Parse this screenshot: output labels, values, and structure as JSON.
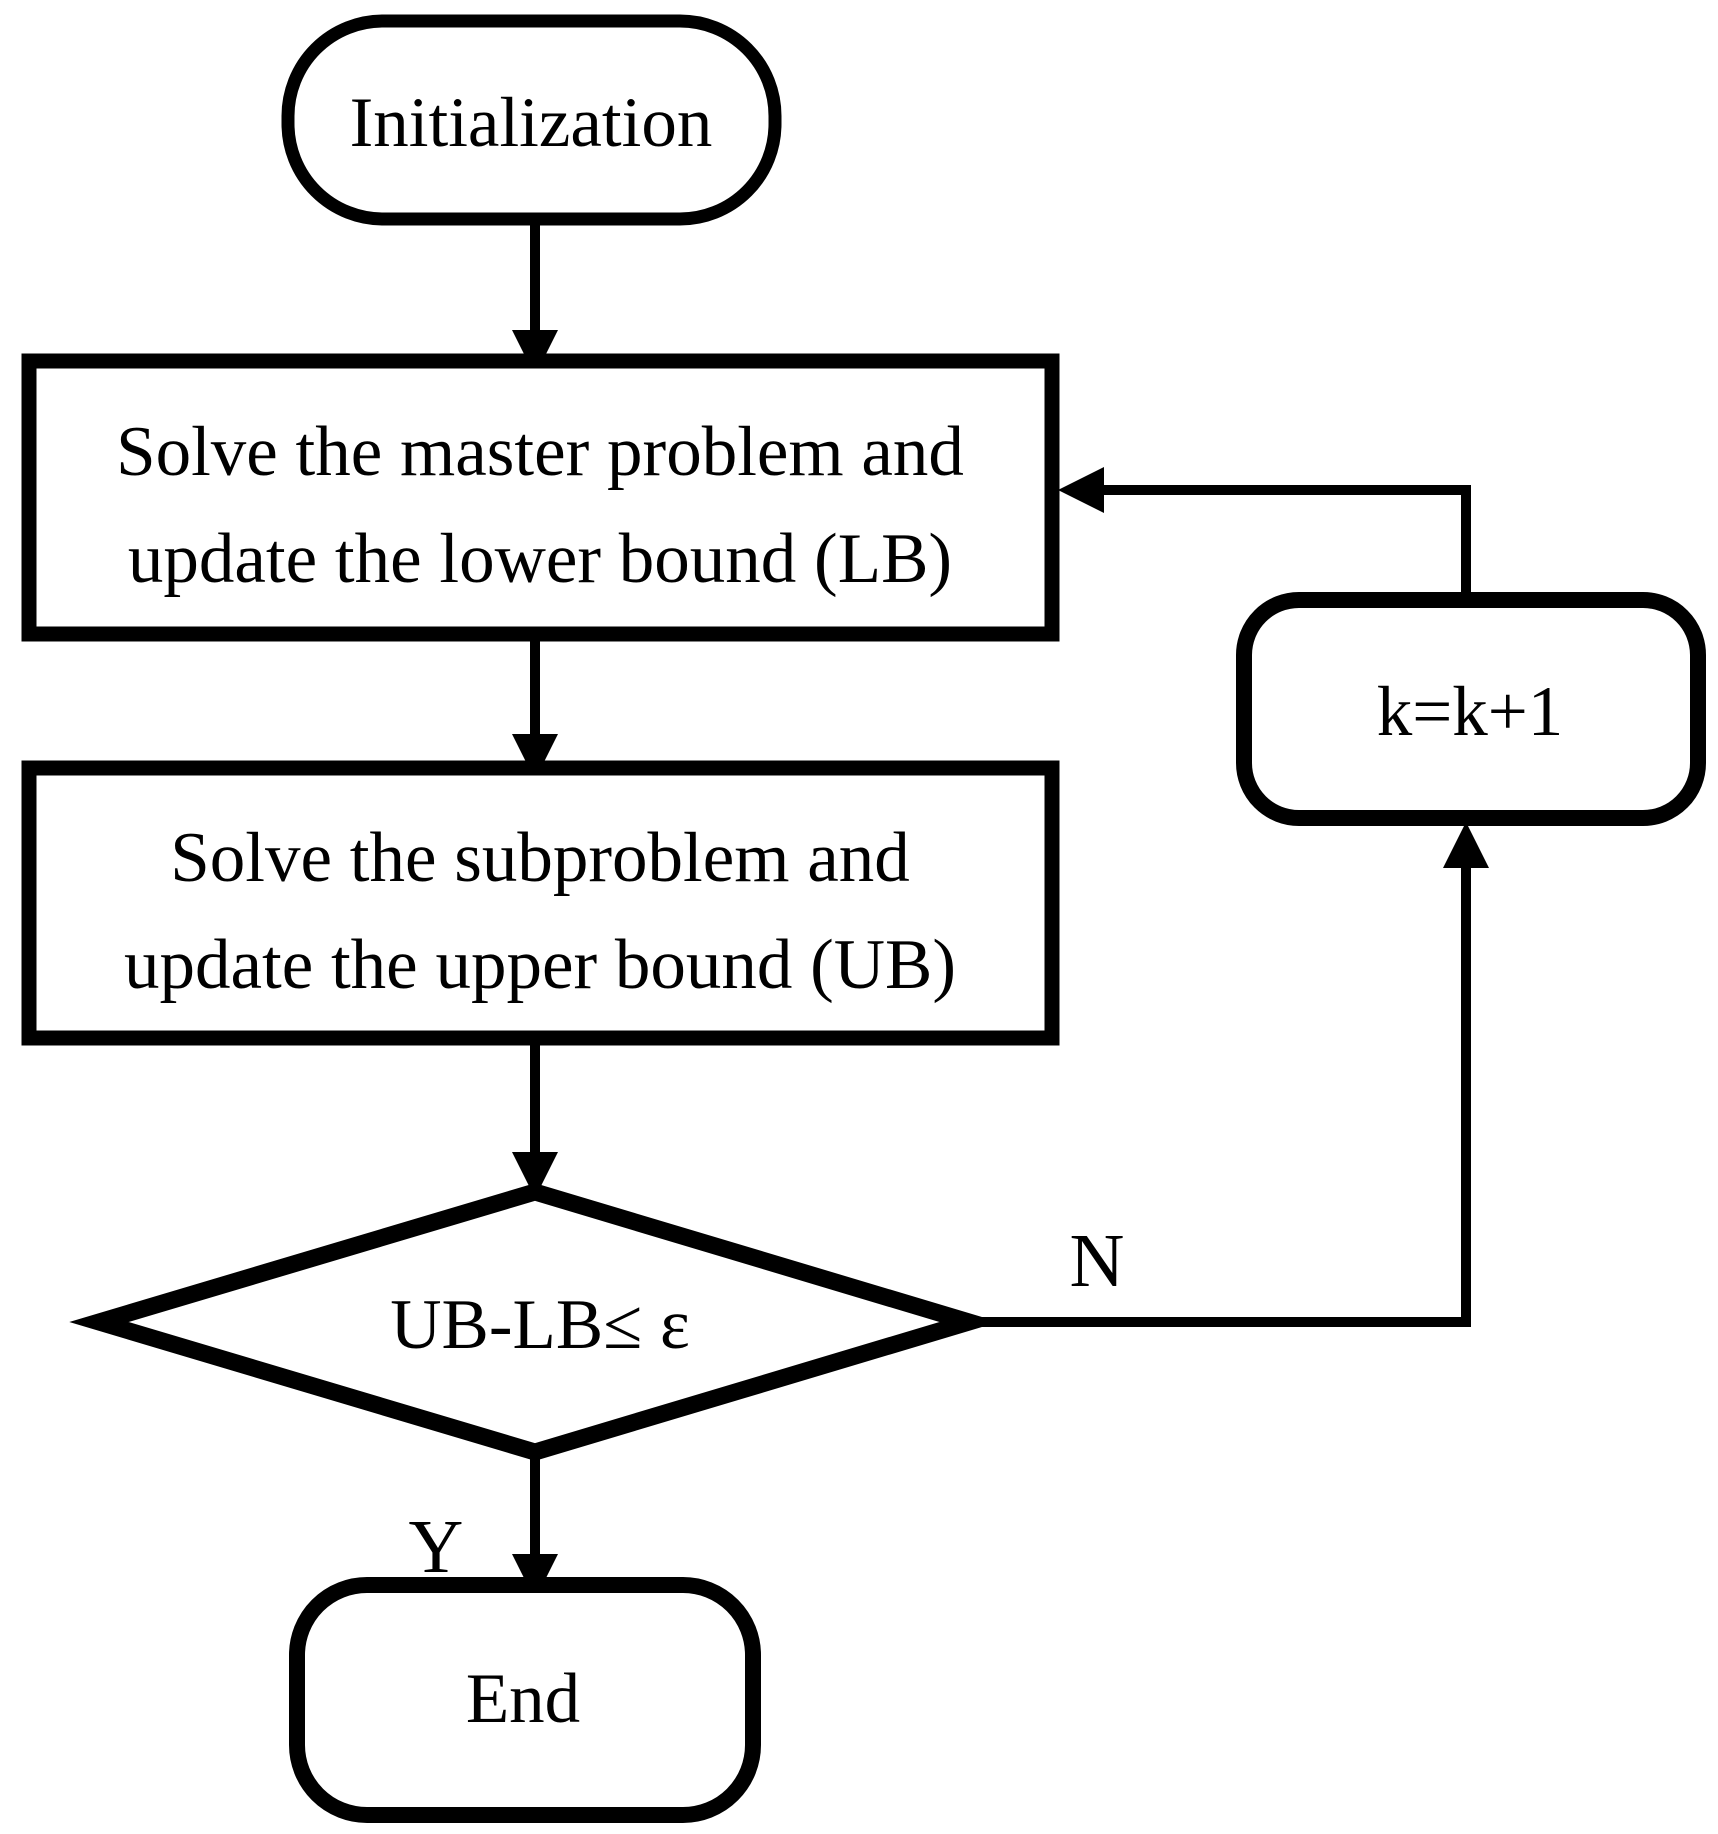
{
  "figure": {
    "type": "flowchart",
    "background_color": "#ffffff",
    "ink_color": "#000000"
  },
  "nodes": {
    "start": {
      "shape": "terminator",
      "label": "Initialization"
    },
    "master": {
      "shape": "process",
      "line1": "Solve the master problem and",
      "line2": "update the lower bound (LB)"
    },
    "subproblem": {
      "shape": "process",
      "line1": "Solve the subproblem and",
      "line2": "update the upper bound (UB)"
    },
    "decision": {
      "shape": "decision",
      "label": "UB-LB≤ ε"
    },
    "increment": {
      "shape": "process",
      "label": "k=k+1"
    },
    "end": {
      "shape": "terminator",
      "label": "End"
    }
  },
  "edges": {
    "decision_yes_label": "Y",
    "decision_no_label": "N"
  }
}
